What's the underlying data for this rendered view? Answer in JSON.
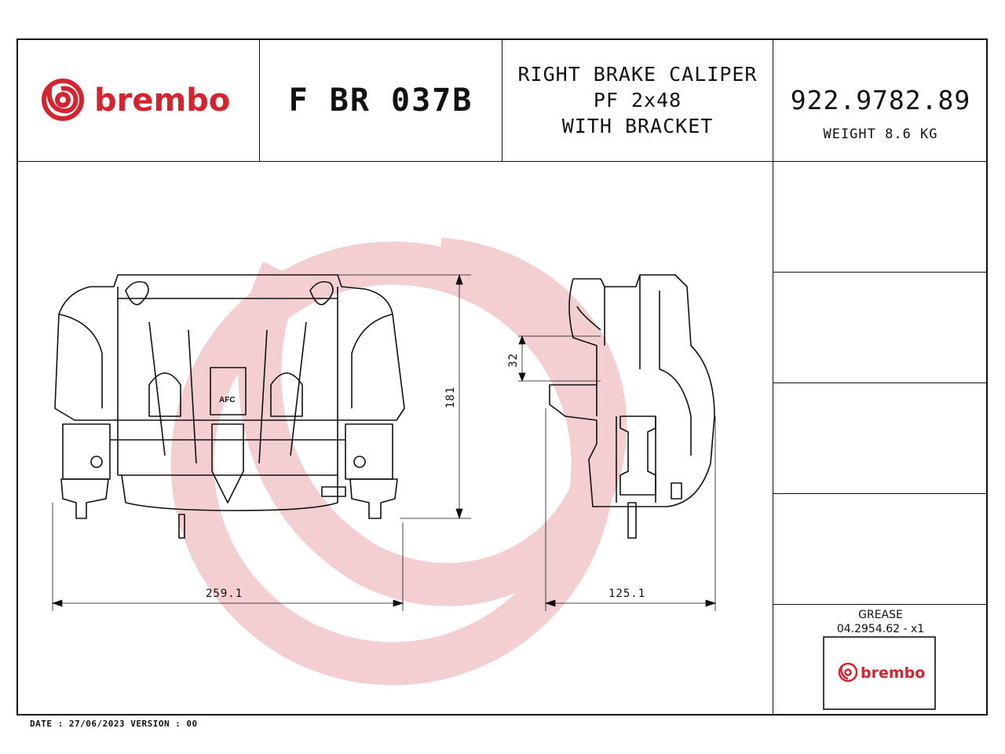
{
  "header": {
    "brand": "brembo",
    "product_code": "F BR 037B",
    "description_lines": [
      "RIGHT BRAKE CALIPER",
      "PF 2x48",
      "WITH BRACKET"
    ],
    "part_number": "922.9782.89",
    "weight": "WEIGHT 8.6 KG"
  },
  "dimensions": {
    "height": "181",
    "width_front": "259.1",
    "width_side": "125.1",
    "mount_spacing": "32"
  },
  "grease": {
    "label": "GREASE",
    "code": "04.2954.62 - x1",
    "brand": "brembo"
  },
  "footer": {
    "text": "DATE : 27/06/2023 VERSION : 00"
  },
  "colors": {
    "brand_red": "#d5232f",
    "watermark": "#f3c7cb",
    "line": "#111111"
  },
  "label_icon": "afc-label"
}
